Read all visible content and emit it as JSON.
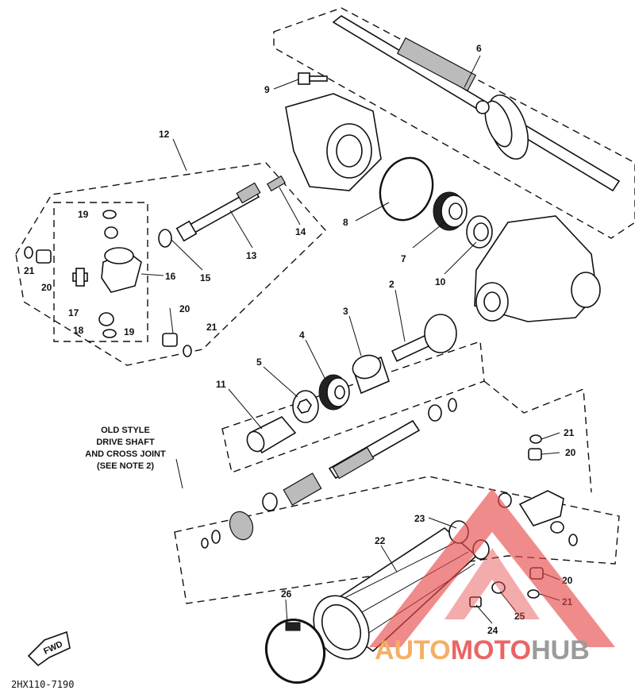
{
  "callouts": [
    "2",
    "3",
    "4",
    "5",
    "6",
    "7",
    "8",
    "9",
    "10",
    "11",
    "12",
    "13",
    "14",
    "15",
    "16",
    "17",
    "18",
    "19",
    "19",
    "20",
    "20",
    "20",
    "20",
    "21",
    "21",
    "21",
    "21",
    "22",
    "23",
    "24",
    "25",
    "26"
  ],
  "note": {
    "line1": "OLD STYLE",
    "line2": "DRIVE SHAFT",
    "line3": "AND CROSS JOINT",
    "line4": "(SEE NOTE 2)"
  },
  "fwd_label": "FWD",
  "figure_code": "2HX110-7190",
  "watermark": {
    "part1": "AUTO",
    "part2": "MOTO",
    "part3": "HUB",
    "colors": {
      "auto": "#f4a24a",
      "moto": "#e84a4a",
      "hub": "#8a8a8a"
    }
  }
}
